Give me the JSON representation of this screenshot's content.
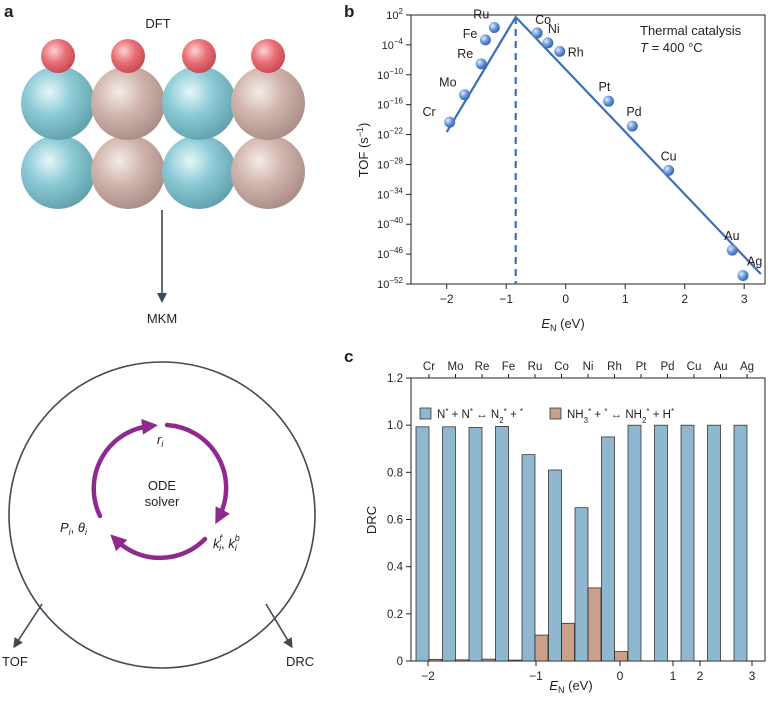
{
  "panel_a": {
    "label": "a",
    "dft_label": "DFT",
    "mkm_label": "MKM",
    "cycle": {
      "top": "r",
      "top_sub": "i",
      "center_line1": "ODE",
      "center_line2": "solver",
      "left_P": "P",
      "left_sub1": "i",
      "left_theta": "θ",
      "left_sub2": "i",
      "right_k1": "k",
      "right_k1_sup": "f",
      "right_k1_sub": "i",
      "right_k2": "k",
      "right_k2_sup": "b",
      "right_k2_sub": "i"
    },
    "out_left": "TOF",
    "out_right": "DRC",
    "colors": {
      "adsorbate": "#e8737a",
      "metal_a": "#7ec3cf",
      "metal_b": "#cfb1a9",
      "cycle": "#8e2a8e",
      "arrow": "#3f4a57"
    }
  },
  "chart_data": [
    {
      "panel": "b",
      "type": "scatter",
      "title": "",
      "annotation_line1": "Thermal catalysis",
      "annotation_T": "T",
      "annotation_rest": " = 400 °C",
      "xlabel_main": "E",
      "xlabel_sub": "N",
      "xlabel_unit": " (eV)",
      "ylabel_main": "TOF (s",
      "ylabel_sup": "−1",
      "ylabel_close": ")",
      "xlim": [
        -2.6,
        3.35
      ],
      "ylim_log10": [
        -52,
        2
      ],
      "y_scale": "log",
      "x_ticks": [
        "−2",
        "−1",
        "0",
        "1",
        "2",
        "3"
      ],
      "x_tick_values": [
        -2,
        -1,
        0,
        1,
        2,
        3
      ],
      "y_tick_exponents": [
        2,
        -4,
        -10,
        -16,
        -22,
        -28,
        -34,
        -40,
        -46,
        -52
      ],
      "y_tick_base": "10",
      "points": [
        {
          "label": "Cr",
          "x": -1.95,
          "log10_tof": -19.5
        },
        {
          "label": "Mo",
          "x": -1.7,
          "log10_tof": -14.0
        },
        {
          "label": "Re",
          "x": -1.42,
          "log10_tof": -7.8
        },
        {
          "label": "Fe",
          "x": -1.35,
          "log10_tof": -3.0
        },
        {
          "label": "Ru",
          "x": -1.2,
          "log10_tof": -0.5
        },
        {
          "label": "Co",
          "x": -0.48,
          "log10_tof": -1.6
        },
        {
          "label": "Ni",
          "x": -0.3,
          "log10_tof": -3.6
        },
        {
          "label": "Rh",
          "x": -0.1,
          "log10_tof": -5.3
        },
        {
          "label": "Pt",
          "x": 0.72,
          "log10_tof": -15.3
        },
        {
          "label": "Pd",
          "x": 1.12,
          "log10_tof": -20.3
        },
        {
          "label": "Cu",
          "x": 1.73,
          "log10_tof": -29.2
        },
        {
          "label": "Au",
          "x": 2.8,
          "log10_tof": -45.2
        },
        {
          "label": "Ag",
          "x": 2.98,
          "log10_tof": -50.3
        }
      ],
      "volcano_line": [
        [
          -2.0,
          -21.5
        ],
        [
          -0.84,
          1.6
        ],
        [
          3.28,
          -50.0
        ]
      ],
      "peak_dashed_x": -0.84,
      "colors": {
        "line": "#3a6fb6",
        "marker": "#5b8dd6"
      }
    },
    {
      "panel": "c",
      "type": "bar",
      "title": "",
      "xlabel_main": "E",
      "xlabel_sub": "N",
      "xlabel_unit": " (eV)",
      "ylabel": "DRC",
      "ylim": [
        0,
        1.2
      ],
      "y_ticks": [
        "0",
        "0.2",
        "0.4",
        "0.6",
        "0.8",
        "1.0",
        "1.2"
      ],
      "y_tick_values": [
        0,
        0.2,
        0.4,
        0.6,
        0.8,
        1.0,
        1.2
      ],
      "x_ticks": [
        "−2",
        "−1",
        "0",
        "1",
        "2",
        "3"
      ],
      "top_categories": [
        "Cr",
        "Mo",
        "Re",
        "Fe",
        "Ru",
        "Co",
        "Ni",
        "Rh",
        "Pt",
        "Pd",
        "Cu",
        "Au",
        "Ag"
      ],
      "legend": [
        {
          "name": "N* + N* ↔ N2* + *",
          "color": "#8fb8d0"
        },
        {
          "name": "NH3* + * ↔ NH2* + H*",
          "color": "#c9a08a"
        }
      ],
      "series": [
        {
          "name": "N* + N* ↔ N2* + *",
          "values": [
            0.993,
            0.993,
            0.99,
            0.995,
            0.875,
            0.81,
            0.65,
            0.95,
            1.0,
            1.0,
            1.0,
            1.0,
            1.0
          ]
        },
        {
          "name": "NH3* + * ↔ NH2* + H*",
          "values": [
            0.007,
            0.005,
            0.008,
            0.004,
            0.11,
            0.16,
            0.31,
            0.04,
            0.0,
            0.0,
            0.0,
            0.0,
            0.0
          ]
        }
      ],
      "colors": {
        "blue": "#8fb8d0",
        "brown": "#c9a08a",
        "edge": "#231f20"
      }
    }
  ]
}
